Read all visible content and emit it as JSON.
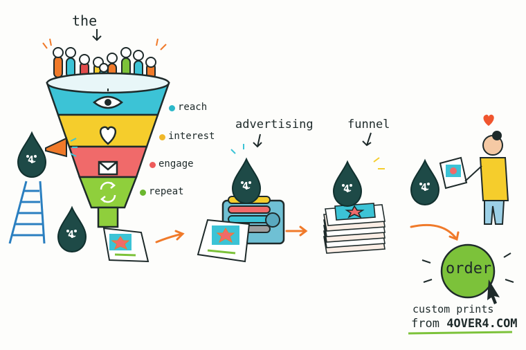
{
  "captions": {
    "the": "the",
    "advertising": "advertising",
    "funnel": "funnel"
  },
  "funnel": {
    "stages": [
      {
        "label": "reach",
        "icon": "eye-icon",
        "color": "#3cc3d6",
        "dot": "#2bb8c9"
      },
      {
        "label": "interest",
        "icon": "heart-icon",
        "color": "#f5cd2c",
        "dot": "#f0b82a"
      },
      {
        "label": "engage",
        "icon": "envelope-icon",
        "color": "#f06a6a",
        "dot": "#ee5b5b"
      },
      {
        "label": "repeat",
        "icon": "recycle-icon",
        "color": "#8fcf3c",
        "dot": "#6bb72f"
      }
    ]
  },
  "mascot": {
    "badge": "4"
  },
  "cta": {
    "button": "order",
    "line1": "custom prints",
    "line2_prefix": "from ",
    "line2_brand": "4OVER4.COM"
  },
  "colors": {
    "ink": "#1e4a47",
    "arrow": "#f07a2a",
    "green": "#7cc23a",
    "heart": "#f0552e"
  }
}
